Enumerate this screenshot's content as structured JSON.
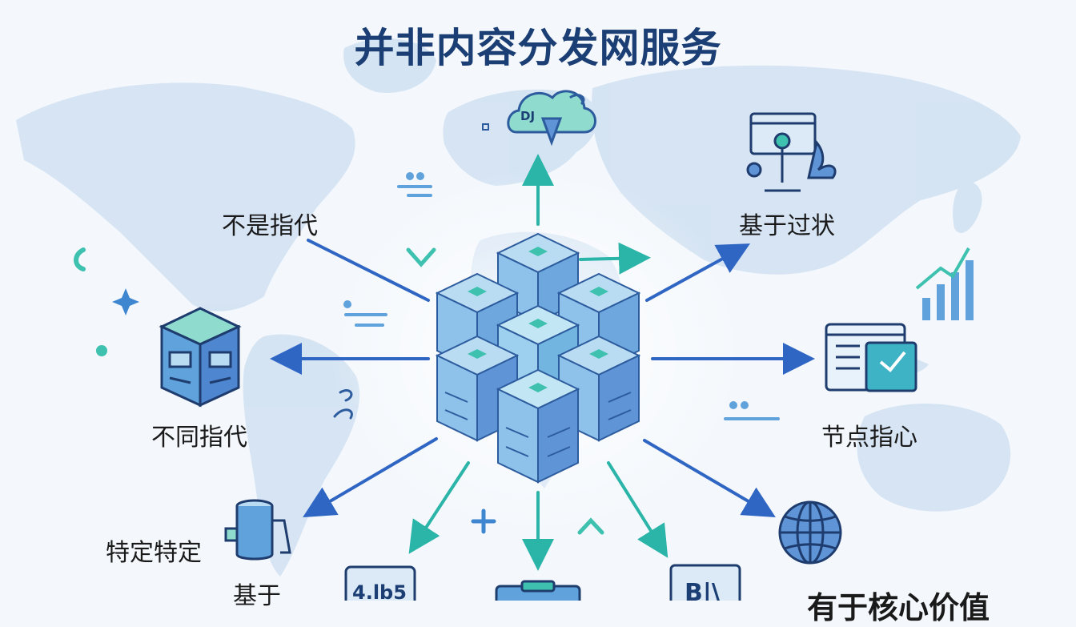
{
  "title": "并非内容分发网服务",
  "labels": {
    "top_left": "不是指代",
    "mid_left": "不同指代",
    "bottom_left_1": "特定特定",
    "bottom_left_2": "基于",
    "top_right": "基于过状",
    "mid_right": "节点指心",
    "bottom_right": "有于核心价值"
  },
  "icon_text": {
    "cloud": "DJ",
    "badge": "4.lb5",
    "card": "B|\\"
  },
  "colors": {
    "title": "#1b3f74",
    "blue_arrow": "#2f66c3",
    "teal_arrow": "#2bb4a8",
    "map": "#cfe0f2",
    "cube_face": "#8fc2ea",
    "cube_side": "#5f94d6"
  }
}
